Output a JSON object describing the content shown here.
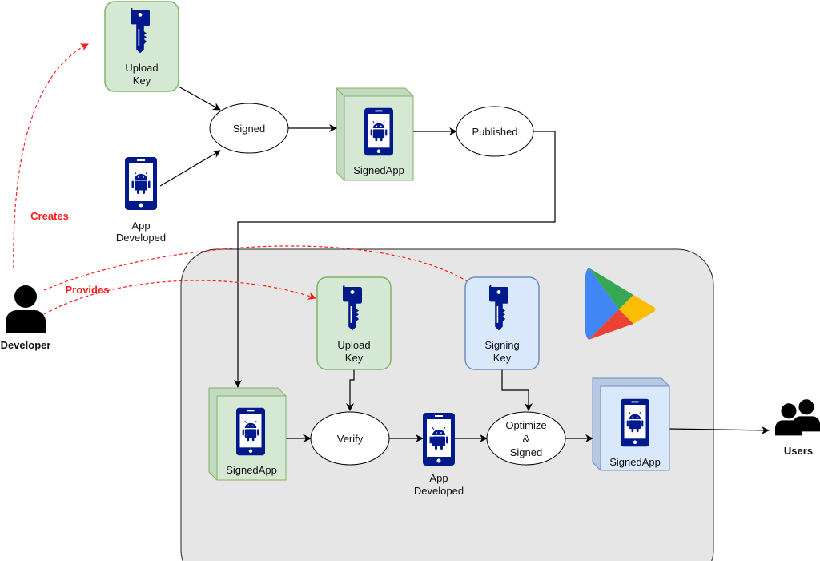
{
  "colors": {
    "green_fill": "#d5e8d4",
    "green_stroke": "#82b366",
    "blue_fill": "#dae8fc",
    "blue_stroke": "#6c8ebf",
    "icon_blue": "#001a8c",
    "container_fill": "#e6e6e6",
    "dashed_red": "#ff1a1a"
  },
  "top": {
    "upload_key": [
      "Upload",
      "Key"
    ],
    "signed": "Signed",
    "app_developed": [
      "App",
      "Developed"
    ],
    "signed_app": "SignedApp",
    "published": "Published"
  },
  "developer": {
    "label": "Developer",
    "creates": "Creates",
    "provides": "Provides"
  },
  "play": {
    "upload_key": [
      "Upload",
      "Key"
    ],
    "signing_key": [
      "Signing",
      "Key"
    ],
    "signed_app_in": "SignedApp",
    "verify": "Verify",
    "app_developed": [
      "App",
      "Developed"
    ],
    "optimize": [
      "Optimize",
      "&",
      "Signed"
    ],
    "signed_app_out": "SignedApp"
  },
  "users": {
    "label": "Users"
  }
}
